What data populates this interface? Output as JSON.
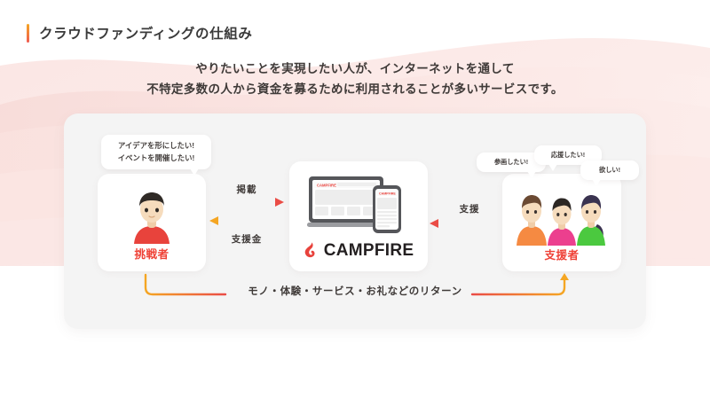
{
  "header": {
    "title": "クラウドファンディングの仕組み",
    "accent_color": "#f08a3c"
  },
  "subtitle": {
    "line1": "やりたいことを実現したい人が、インターネットを通して",
    "line2": "不特定多数の人から資金を募るために利用されることが多いサービスです。"
  },
  "panel": {
    "background_color": "#f4f4f4"
  },
  "challenger": {
    "label": "挑戦者",
    "label_color": "#ef4136",
    "bubble_line1": "アイデアを形にしたい!",
    "bubble_line2": "イベントを開催したい!",
    "shirt_color": "#e8433c",
    "hair_color": "#2f2a26",
    "skin_color": "#f6dcbd"
  },
  "platform": {
    "logo_text": "CAMPFIRE",
    "logo_mark_color": "#e8423c",
    "logo_text_color": "#231f20",
    "device_label": "CAMPFIRE"
  },
  "supporter": {
    "label": "支援者",
    "label_color": "#ef4136",
    "bubbles": [
      {
        "text": "参画したい!"
      },
      {
        "text": "応援したい!"
      },
      {
        "text": "欲しい!"
      }
    ],
    "people": [
      {
        "shirt_color": "#f58a42",
        "hair_color": "#6b4a33"
      },
      {
        "shirt_color": "#ec3f8e",
        "hair_color": "#2c2724"
      },
      {
        "shirt_color": "#4bc93f",
        "hair_color": "#3a3350"
      }
    ]
  },
  "arrows": {
    "publish": "掲載",
    "funding": "支援金",
    "support": "支援",
    "return": "モノ・体験・サービス・お礼などのリターン",
    "gradient_start": "#f5a623",
    "gradient_end": "#ea4c46"
  }
}
